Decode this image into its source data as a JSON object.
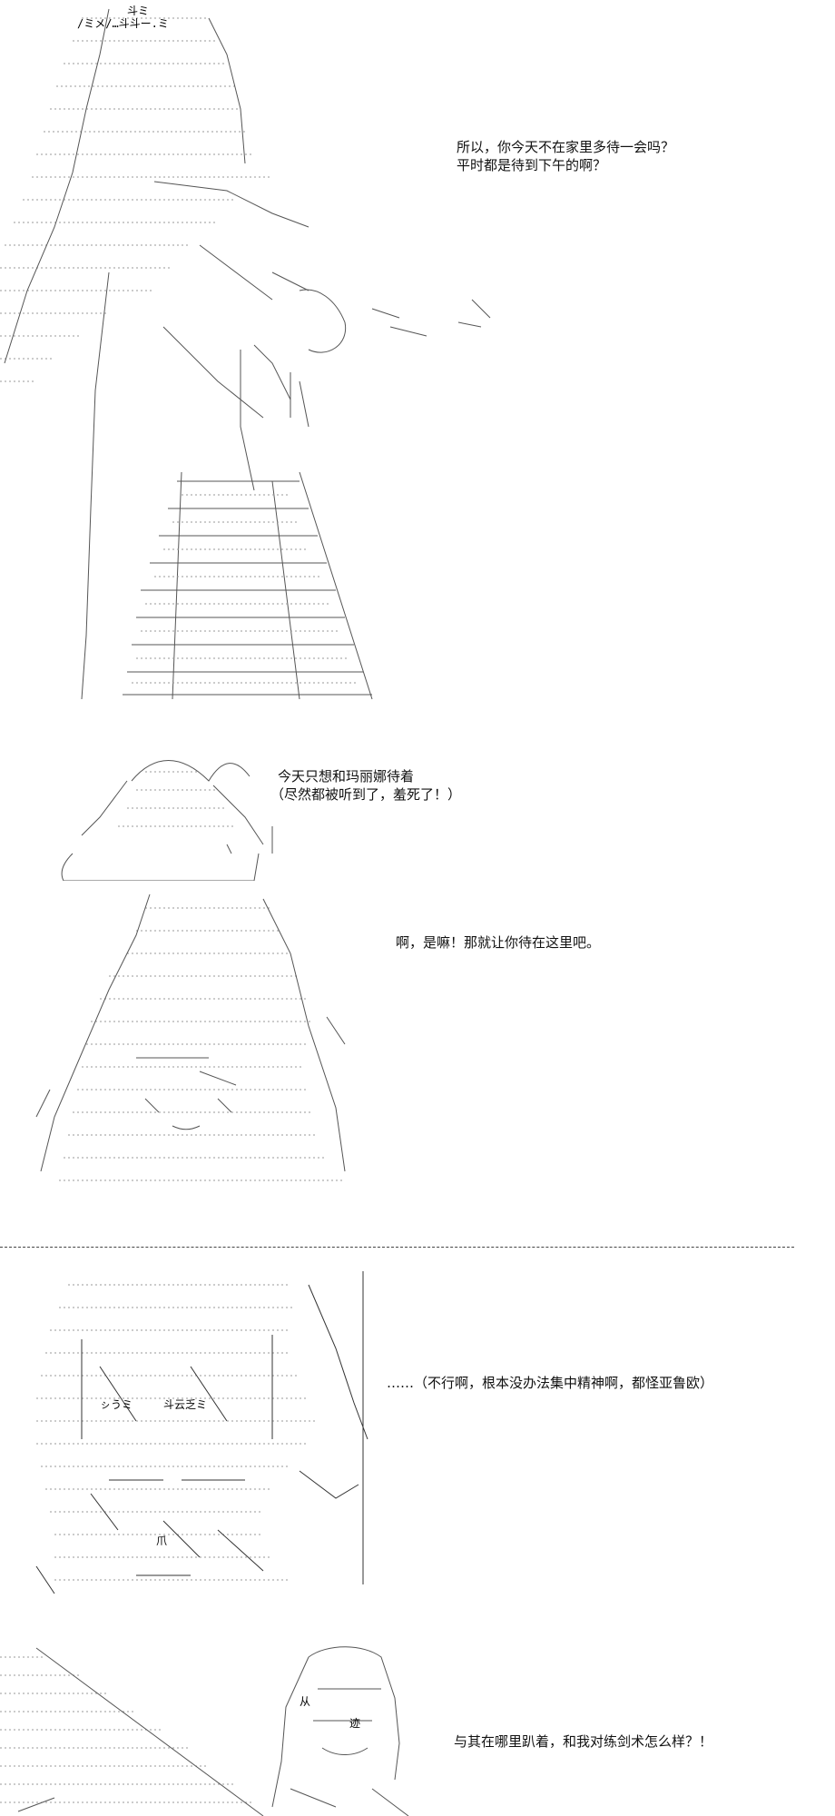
{
  "panels": [
    {
      "id": "panel-1",
      "dialogue": [
        "所以，你今天不在家里多待一会吗？",
        "平时都是待到下午的啊？"
      ]
    },
    {
      "id": "panel-2",
      "dialogue": [
        "今天只想和玛丽娜待着",
        "（尽然都被听到了，羞死了！）"
      ]
    },
    {
      "id": "panel-3",
      "dialogue": [
        "啊，是嘛！那就让你待在这里吧。"
      ]
    },
    {
      "id": "panel-4",
      "dialogue": [
        "……（不行啊，根本没办法集中精神啊，都怪亚鲁欧）"
      ]
    },
    {
      "id": "panel-5",
      "dialogue": [
        "与其在哪里趴着，和我对练剑术怎么样？！"
      ]
    }
  ],
  "ascii_art_fragments": {
    "panel1_head": "斗ミ",
    "panel1_hair": "/ミメ/…斗斗ー.ミ",
    "panel4_text1": "ㇱうミ",
    "panel4_text2": "斗云乏ミ",
    "panel4_text3": "爪",
    "panel5_text1": "从",
    "panel5_text2": "迹"
  },
  "colors": {
    "background": "#ffffff",
    "text": "#111111",
    "line_art": "#333333"
  }
}
